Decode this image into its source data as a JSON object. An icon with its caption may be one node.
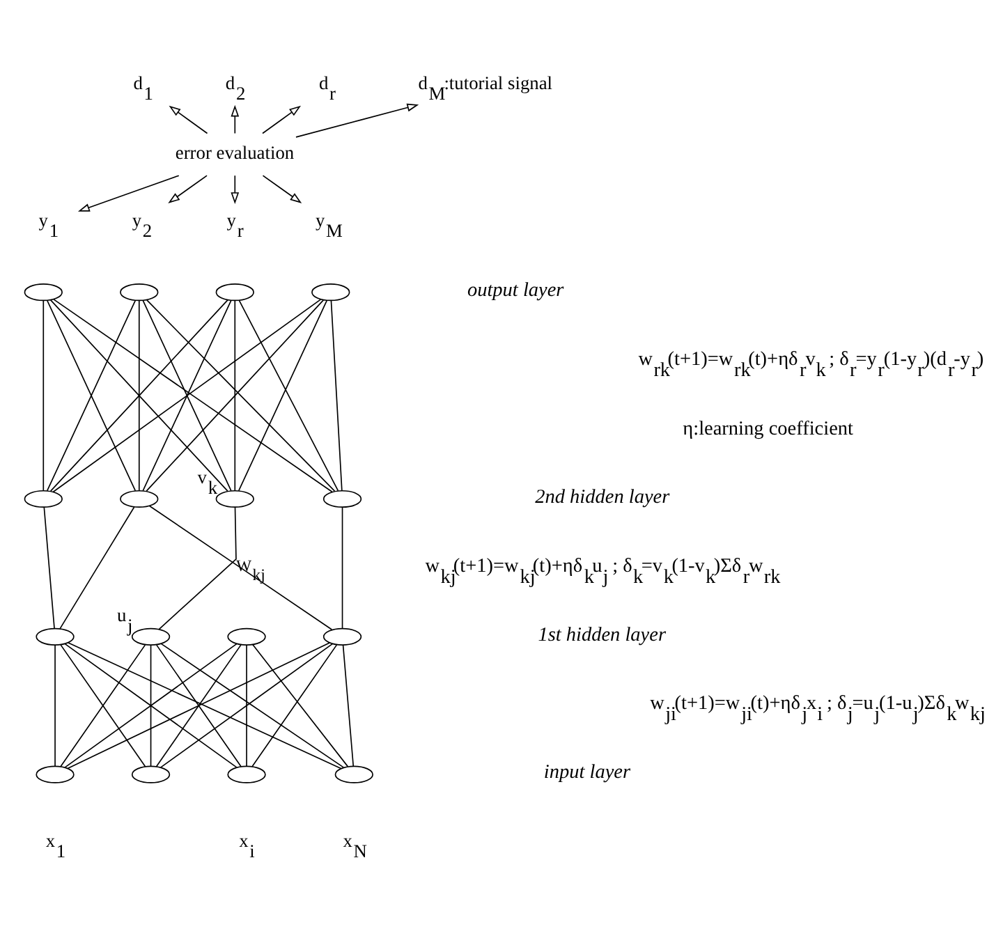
{
  "diagram": {
    "nodes": [
      {
        "text": [
          "d$_{1}$"
        ]
      },
      {
        "text": [
          "d$_{2}$"
        ]
      },
      {
        "text": [
          "d$_{r}$"
        ]
      },
      {
        "text": [
          "d$_{M}$:tutorial signal"
        ]
      },
      {
        "text": [
          "error evaluation"
        ]
      },
      {
        "text": [
          "y$_{1}$"
        ]
      },
      {
        "text": [
          "y$_{2}$"
        ]
      },
      {
        "text": [
          "y$_{r}$"
        ]
      },
      {
        "text": [
          "y$_{M}$"
        ]
      },
      {
        "text": [],
        "shape": "ellipse"
      },
      {
        "text": [],
        "shape": "ellipse"
      },
      {
        "text": [],
        "shape": "ellipse"
      },
      {
        "text": [],
        "shape": "ellipse"
      },
      {
        "text": [],
        "shape": "ellipse"
      },
      {
        "text": [],
        "shape": "ellipse"
      },
      {
        "text": [],
        "shape": "ellipse",
        "beside": [
          "v$_{k}$"
        ]
      },
      {
        "text": [],
        "shape": "ellipse"
      },
      {
        "text": [],
        "shape": "ellipse"
      },
      {
        "text": [],
        "shape": "ellipse",
        "beside": [
          "u$_{j}$"
        ]
      },
      {
        "text": [],
        "shape": "ellipse"
      },
      {
        "text": [],
        "shape": "ellipse"
      },
      {
        "text": [],
        "shape": "ellipse",
        "beside": [
          "x$_{1}$"
        ]
      },
      {
        "text": [],
        "shape": "ellipse"
      },
      {
        "text": [],
        "shape": "ellipse",
        "beside": [
          "x$_{i}$"
        ]
      },
      {
        "text": [],
        "shape": "ellipse",
        "beside": [
          "x$_{N}$"
        ]
      }
    ],
    "edges": [
      {
        "from": 4,
        "to": 0,
        "arrow": "to"
      },
      {
        "from": 4,
        "to": 1,
        "arrow": "to"
      },
      {
        "from": 4,
        "to": 2,
        "arrow": "to"
      },
      {
        "from": 4,
        "to": 3,
        "arrow": "to"
      },
      {
        "from": 4,
        "to": 5,
        "arrow": "to"
      },
      {
        "from": 4,
        "to": 6,
        "arrow": "to"
      },
      {
        "from": 4,
        "to": 7,
        "arrow": "to"
      },
      {
        "from": 4,
        "to": 8,
        "arrow": "to"
      },
      {
        "from": 9,
        "to": 13,
        "arrow": "none"
      },
      {
        "from": 9,
        "to": 14,
        "arrow": "none"
      },
      {
        "from": 9,
        "to": 15,
        "arrow": "none"
      },
      {
        "from": 9,
        "to": 16,
        "arrow": "none"
      },
      {
        "from": 10,
        "to": 13,
        "arrow": "none"
      },
      {
        "from": 10,
        "to": 14,
        "arrow": "none"
      },
      {
        "from": 10,
        "to": 15,
        "arrow": "none"
      },
      {
        "from": 10,
        "to": 16,
        "arrow": "none"
      },
      {
        "from": 11,
        "to": 13,
        "arrow": "none"
      },
      {
        "from": 11,
        "to": 14,
        "arrow": "none"
      },
      {
        "from": 11,
        "to": 15,
        "arrow": "none"
      },
      {
        "from": 11,
        "to": 16,
        "arrow": "none"
      },
      {
        "from": 12,
        "to": 13,
        "arrow": "none"
      },
      {
        "from": 12,
        "to": 14,
        "arrow": "none"
      },
      {
        "from": 12,
        "to": 15,
        "arrow": "none"
      },
      {
        "from": 12,
        "to": 16,
        "arrow": "none"
      },
      {
        "from": 13,
        "to": 17,
        "arrow": "none"
      },
      {
        "from": 14,
        "to": 17,
        "arrow": "none"
      },
      {
        "from": 14,
        "to": 20,
        "arrow": "none"
      },
      {
        "from": 15,
        "to": 18,
        "arrow": "none",
        "label": "W$_{kj}$"
      },
      {
        "from": 16,
        "to": 20,
        "arrow": "none"
      },
      {
        "from": 17,
        "to": 21,
        "arrow": "none"
      },
      {
        "from": 17,
        "to": 22,
        "arrow": "none"
      },
      {
        "from": 17,
        "to": 23,
        "arrow": "none"
      },
      {
        "from": 17,
        "to": 24,
        "arrow": "none"
      },
      {
        "from": 18,
        "to": 21,
        "arrow": "none"
      },
      {
        "from": 18,
        "to": 22,
        "arrow": "none"
      },
      {
        "from": 18,
        "to": 23,
        "arrow": "none"
      },
      {
        "from": 18,
        "to": 24,
        "arrow": "none"
      },
      {
        "from": 19,
        "to": 21,
        "arrow": "none"
      },
      {
        "from": 19,
        "to": 22,
        "arrow": "none"
      },
      {
        "from": 19,
        "to": 23,
        "arrow": "none"
      },
      {
        "from": 19,
        "to": 24,
        "arrow": "none"
      },
      {
        "from": 20,
        "to": 21,
        "arrow": "none"
      },
      {
        "from": 20,
        "to": 22,
        "arrow": "none"
      },
      {
        "from": 20,
        "to": 23,
        "arrow": "none"
      },
      {
        "from": 20,
        "to": 24,
        "arrow": "none"
      }
    ],
    "labels": [
      "output layer",
      "w$_{rk}$(t+1)=w$_{rk}$(t)+ηδ$_{r}$v$_{k}$ ; δ$_{r}$=y$_{r}$(1-y$_{r}$)(d$_{r}$-y$_{r}$)",
      "η:learning coefficient",
      "2nd hidden layer",
      "w$_{kj}$(t+1)=w$_{kj}$(t)+ηδ$_{k}$u$_{j}$ ; δ$_{k}$=v$_{k}$(1-v$_{k}$)Σδ$_{r}$w$_{rk}$",
      "1st hidden layer",
      "w$_{ji}$(t+1)=w$_{ji}$(t)+ηδ$_{j}$x$_{i}$ ; δ$_{j}$=u$_{j}$(1-u$_{j}$)Σδ$_{k}$w$_{kj}$",
      "input layer"
    ]
  }
}
